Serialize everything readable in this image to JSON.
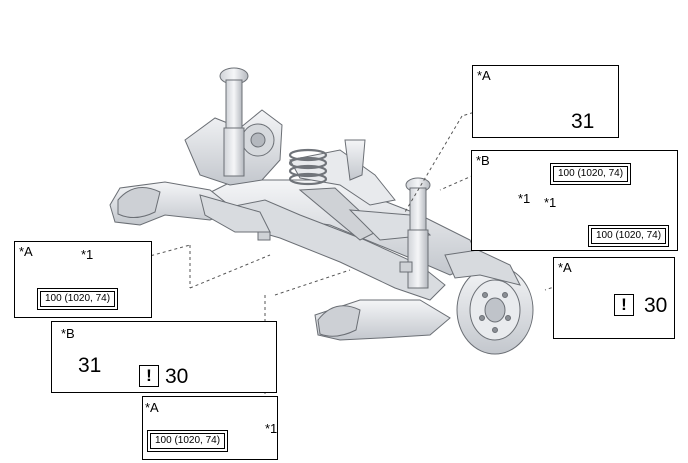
{
  "callouts": {
    "a_top": {
      "marker": "*A",
      "torque_value": "31"
    },
    "b_right": {
      "marker": "*B",
      "part_1": "*1",
      "part_2": "*1",
      "torque_spec_1": "100 (1020, 74)",
      "torque_spec_2": "100 (1020, 74)"
    },
    "a_right": {
      "marker": "*A",
      "torque_value": "30",
      "warning_symbol": "!"
    },
    "a_left": {
      "marker": "*A",
      "part_1": "*1",
      "torque_spec": "100 (1020, 74)"
    },
    "b_left": {
      "marker": "*B",
      "torque_value_1": "31",
      "torque_value_2": "30",
      "warning_symbol": "!"
    },
    "a_bottom": {
      "marker": "*A",
      "part_1": "*1",
      "torque_spec": "100 (1020, 74)"
    }
  },
  "colors": {
    "bolt": "#2c4aa6",
    "bolt_dark": "#1b2f73",
    "frame_fill": "#e4e6e9",
    "frame_shade": "#b9bdc3",
    "frame_line": "#6b6f75"
  }
}
